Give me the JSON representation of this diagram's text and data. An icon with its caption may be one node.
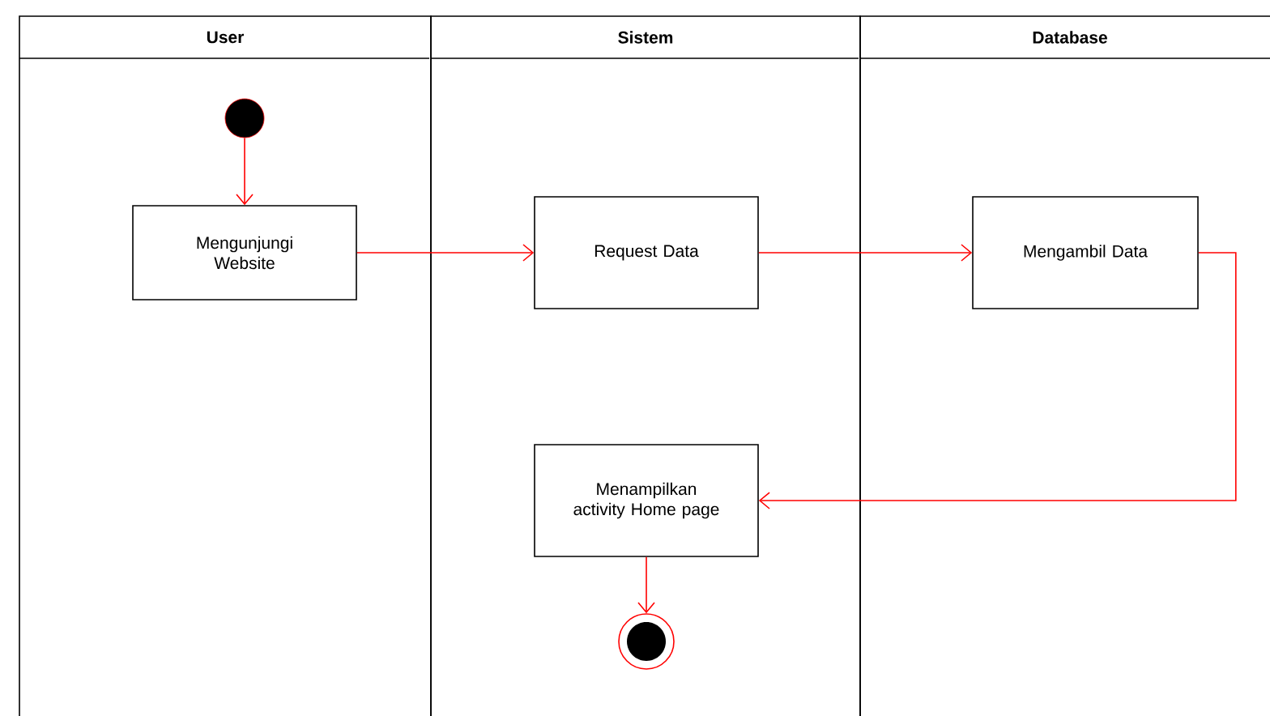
{
  "diagram": {
    "nodes": [
      {
        "text": [
          "User"
        ]
      },
      {
        "text": [
          "Sistem"
        ]
      },
      {
        "text": [
          "Database"
        ]
      },
      {
        "text": [],
        "shape": "circle",
        "in": 0
      },
      {
        "text": [
          "Mengunjungi Website"
        ],
        "in": 0
      },
      {
        "text": [
          "Request Data"
        ],
        "in": 1
      },
      {
        "text": [
          "Mengambil Data"
        ],
        "in": 2
      },
      {
        "text": [
          "Menampilkan activity Home page"
        ],
        "in": 1
      },
      {
        "text": [],
        "shape": "circle",
        "in": 1
      }
    ],
    "edges": [
      {
        "from": 3,
        "to": 4,
        "arrow": "to"
      },
      {
        "from": 4,
        "to": 5,
        "arrow": "to"
      },
      {
        "from": 5,
        "to": 6,
        "arrow": "to"
      },
      {
        "from": 6,
        "to": 7,
        "arrow": "to"
      },
      {
        "from": 7,
        "to": 8,
        "arrow": "to"
      }
    ]
  }
}
